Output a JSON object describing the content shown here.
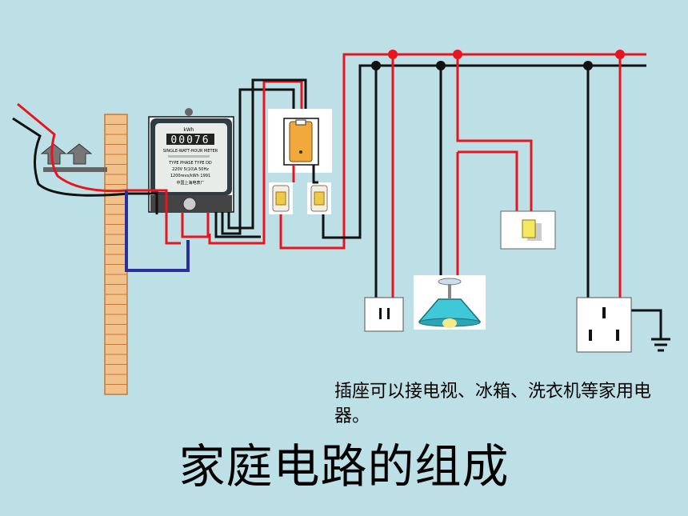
{
  "meter": {
    "reading": "00076",
    "unit_label": "kWh",
    "name_label": "SINGLE-WATT-HOUR METER",
    "spec_line_1": "TYPE  PHASE  TYPE DD",
    "spec_line_2": "220V  5(10)A  50Hz",
    "spec_line_3": "1200revs/kWh  1991",
    "maker_label": "中国上海电表厂"
  },
  "caption": "插座可以接电视、冰箱、洗衣机等家用电器。",
  "title": "家庭电路的组成",
  "colors": {
    "background": "#bde0e6",
    "live_wire": "#e8141e",
    "neutral_wire": "#111111",
    "ground_wire": "#2b2f9a",
    "pole": "#f2c08a",
    "lamp_shade": "#3fc8d8"
  }
}
